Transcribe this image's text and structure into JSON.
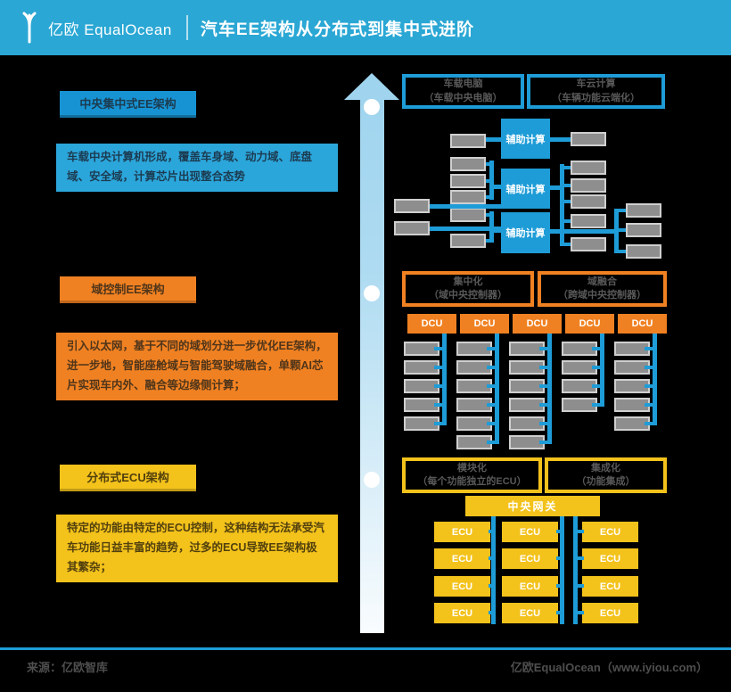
{
  "header": {
    "logo_cn": "亿欧",
    "logo_en": "EqualOcean",
    "title": "汽车EE架构从分布式到集中式进阶"
  },
  "stages": {
    "central": {
      "label": "中央集中式EE架构",
      "desc": "车载中央计算机形成，覆盖车身域、动力域、底盘域、安全域，计算芯片出现整合态势",
      "box1_line1": "车载电脑",
      "box1_line2": "（车载中央电脑）",
      "box2_line1": "车云计算",
      "box2_line2": "（车辆功能云端化）",
      "aux_label": "辅助计算"
    },
    "domain": {
      "label": "域控制EE架构",
      "desc": "引入以太网，基于不同的域划分进一步优化EE架构，进一步地，智能座舱域与智能驾驶域融合，单颗AI芯片实现车内外、融合等边缘侧计算；",
      "box1_line1": "集中化",
      "box1_line2": "（域中央控制器）",
      "box2_line1": "域融合",
      "box2_line2": "（跨域中央控制器）",
      "dcu_label": "DCU"
    },
    "distributed": {
      "label": "分布式ECU架构",
      "desc": "特定的功能由特定的ECU控制，这种结构无法承受汽车功能日益丰富的趋势，过多的ECU导致EE架构极其繁杂；",
      "box1_line1": "模块化",
      "box1_line2": "（每个功能独立的ECU）",
      "box2_line1": "集成化",
      "box2_line2": "（功能集成）",
      "gateway_label": "中央网关",
      "ecu_label": "ECU"
    }
  },
  "footer": {
    "source": "来源：亿欧智库",
    "credit": "亿欧EqualOcean（www.iyiou.com）"
  },
  "icons": {
    "logo_mark": "equalocean-logo-mark",
    "arrow": "upward-progression-arrow"
  },
  "colors": {
    "header_bg": "#2AA7D4",
    "blue_accent": "#1E9CD7",
    "orange_accent": "#F08122",
    "yellow_accent": "#F3C21B",
    "gray_node": "#8E8E8E",
    "background": "#000000"
  }
}
